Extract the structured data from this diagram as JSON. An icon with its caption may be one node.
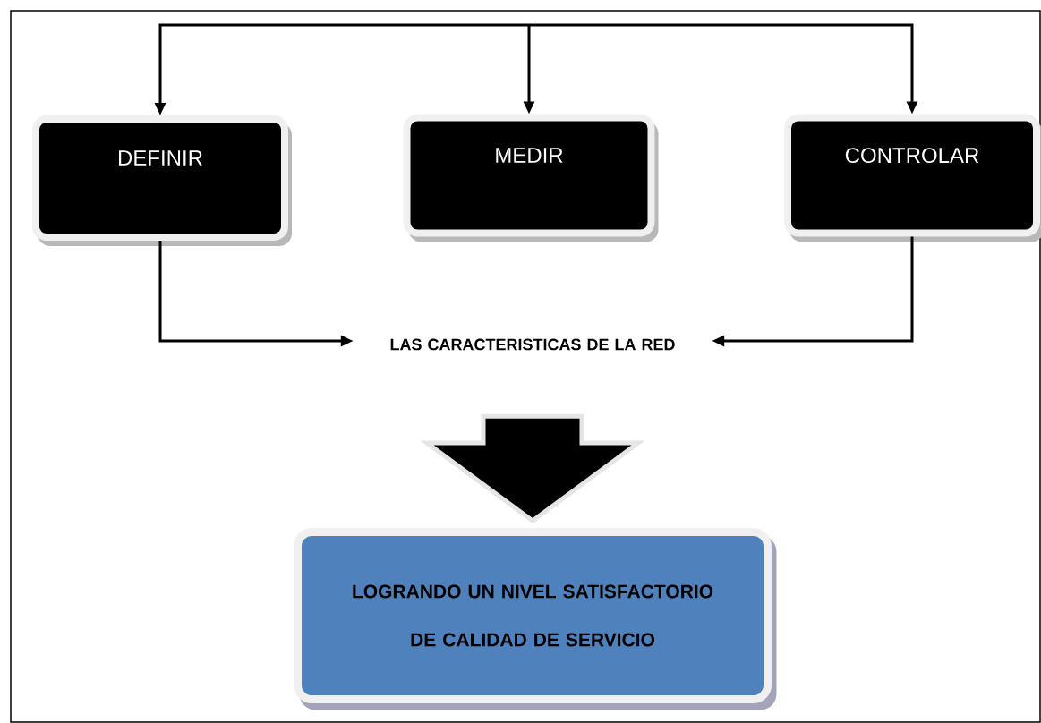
{
  "diagram": {
    "nodes": [
      {
        "text": [
          "DEFINIR"
        ]
      },
      {
        "text": [
          "MEDIR"
        ]
      },
      {
        "text": [
          "CONTROLAR"
        ]
      },
      {
        "text": [
          "LAS CARACTERISTICAS DE LA RED"
        ]
      },
      {
        "text": [
          "LOGRANDO UN NIVEL SATISFACTORIO DE CALIDAD DE SERVICIO"
        ]
      }
    ],
    "edges": [
      {
        "from": null,
        "to": 0,
        "arrow": "to"
      },
      {
        "from": null,
        "to": 1,
        "arrow": "to"
      },
      {
        "from": null,
        "to": 2,
        "arrow": "to"
      },
      {
        "from": 0,
        "to": 3,
        "arrow": "to"
      },
      {
        "from": 2,
        "to": 3,
        "arrow": "to"
      },
      {
        "from": 3,
        "to": 4,
        "arrow": "to",
        "style": "thick"
      }
    ]
  }
}
